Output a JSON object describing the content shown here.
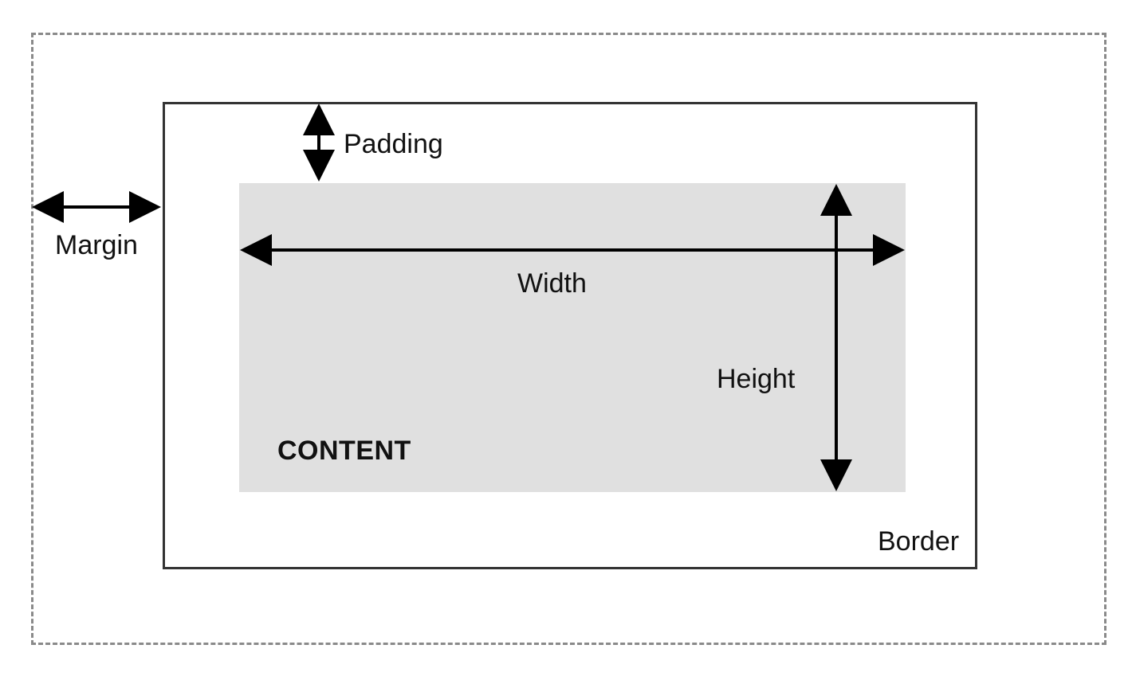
{
  "diagram": {
    "labels": {
      "margin": "Margin",
      "padding": "Padding",
      "width": "Width",
      "height": "Height",
      "border": "Border",
      "content": "CONTENT"
    },
    "colors": {
      "margin_outline": "#8a8a8a",
      "border_outline": "#333333",
      "content_fill": "#e0e0e0",
      "arrow": "#000000",
      "text": "#111111"
    }
  }
}
